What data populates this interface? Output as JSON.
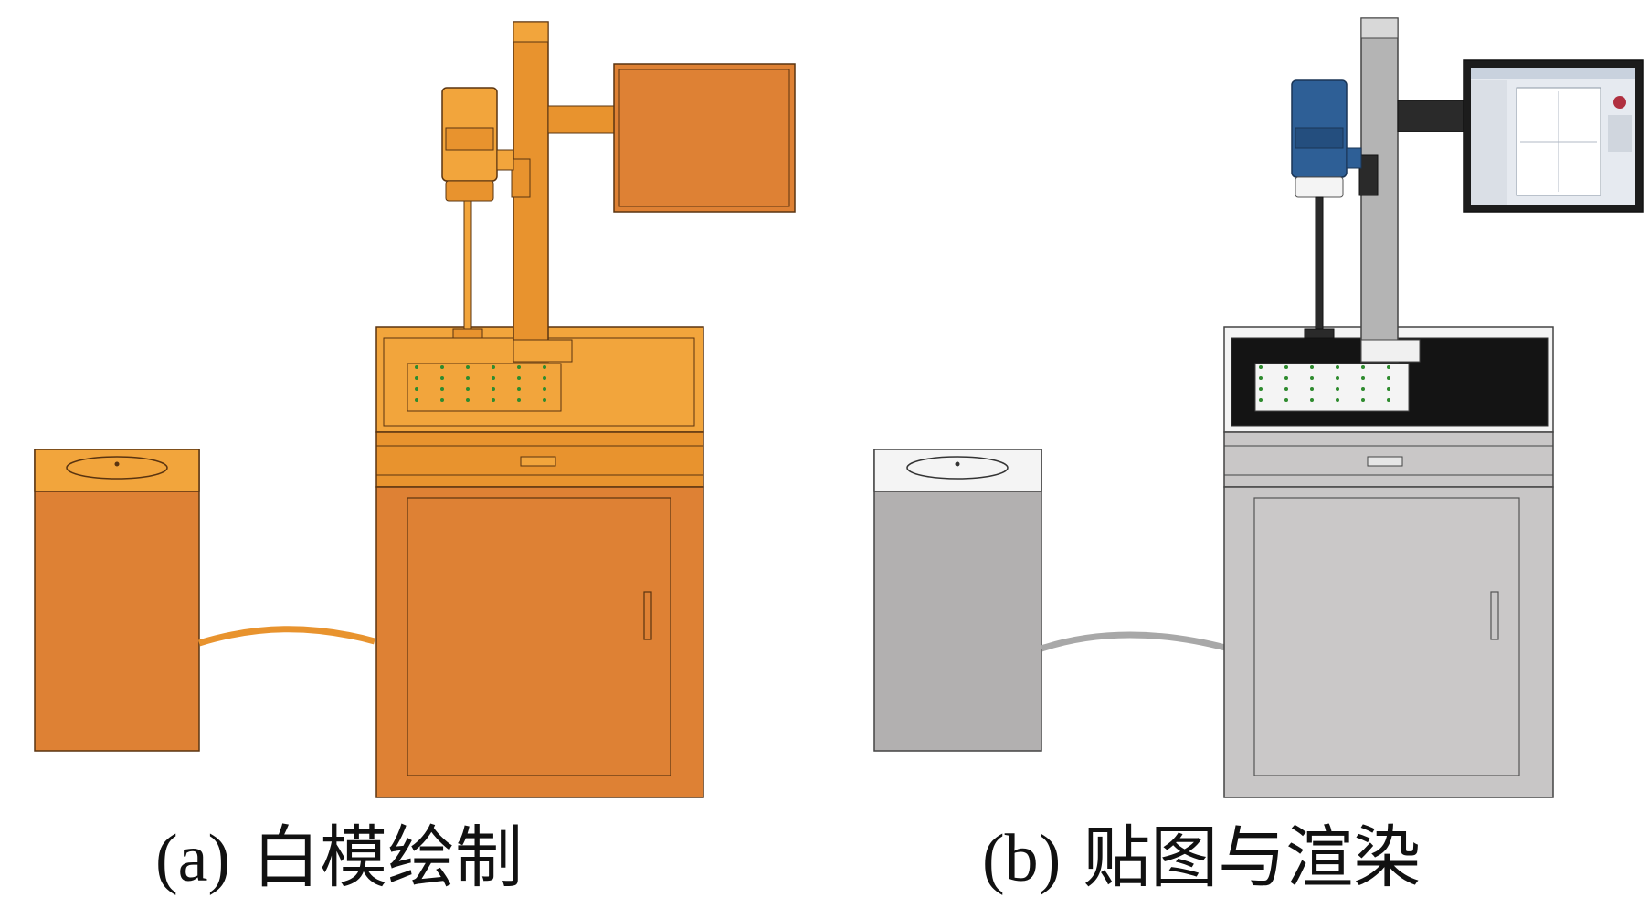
{
  "figure": {
    "panels": [
      {
        "id": "a",
        "label": "(a)",
        "caption": "白模绘制",
        "style": "white-model",
        "colors": {
          "body": "#DE8134",
          "light": "#F2A53C",
          "mid": "#E8932E",
          "screen": "#DE8134",
          "bed": "#F2A53C",
          "outline": "#5A3410",
          "marks": "#2E8B2E"
        }
      },
      {
        "id": "b",
        "label": "(b)",
        "caption": "贴图与渲染",
        "style": "textured-render",
        "colors": {
          "body": "#C8C6C6",
          "controller": "#B2B0B0",
          "pillar": "#B4B4B4",
          "bed": "#141414",
          "laser_head": "#2E5F96",
          "screen_frame": "#1C1C1C",
          "cable": "#A8A8A8",
          "marks": "#2E8B2E"
        }
      }
    ]
  }
}
